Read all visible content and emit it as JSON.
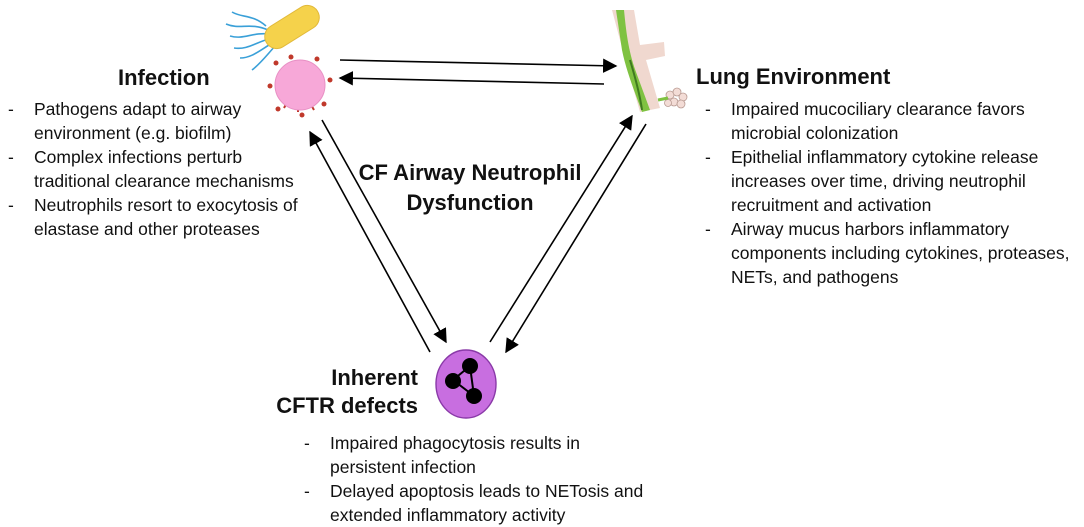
{
  "center": {
    "title": "CF Airway Neutrophil Dysfunction"
  },
  "infection": {
    "heading": "Infection",
    "bullets": [
      "Pathogens adapt to airway environment (e.g. biofilm)",
      "Complex infections perturb traditional clearance mechanisms",
      "Neutrophils resort to exocytosis of elastase and other proteases"
    ]
  },
  "lung": {
    "heading": "Lung Environment",
    "bullets": [
      "Impaired mucociliary clearance favors microbial colonization",
      "Epithelial inflammatory cytokine release increases over time, driving neutrophil recruitment and activation",
      "Airway mucus harbors inflammatory components including cytokines, proteases, NETs, and pathogens"
    ]
  },
  "cftr": {
    "heading_line1": "Inherent",
    "heading_line2": "CFTR defects",
    "bullets": [
      "Impaired phagocytosis results in persistent infection",
      "Delayed apoptosis leads to NETosis and extended inflammatory activity"
    ]
  },
  "icons": {
    "bacterium": "bacterium-icon",
    "virus": "virus-icon",
    "airway": "airway-icon",
    "neutrophil": "neutrophil-icon"
  },
  "colors": {
    "bacterium": "#f5d24b",
    "flagella": "#3aa0d8",
    "virus": "#f7a8d8",
    "airway_wall": "#f0d8cf",
    "airway_lining": "#7fc241",
    "neutrophil": "#c86ee0"
  }
}
